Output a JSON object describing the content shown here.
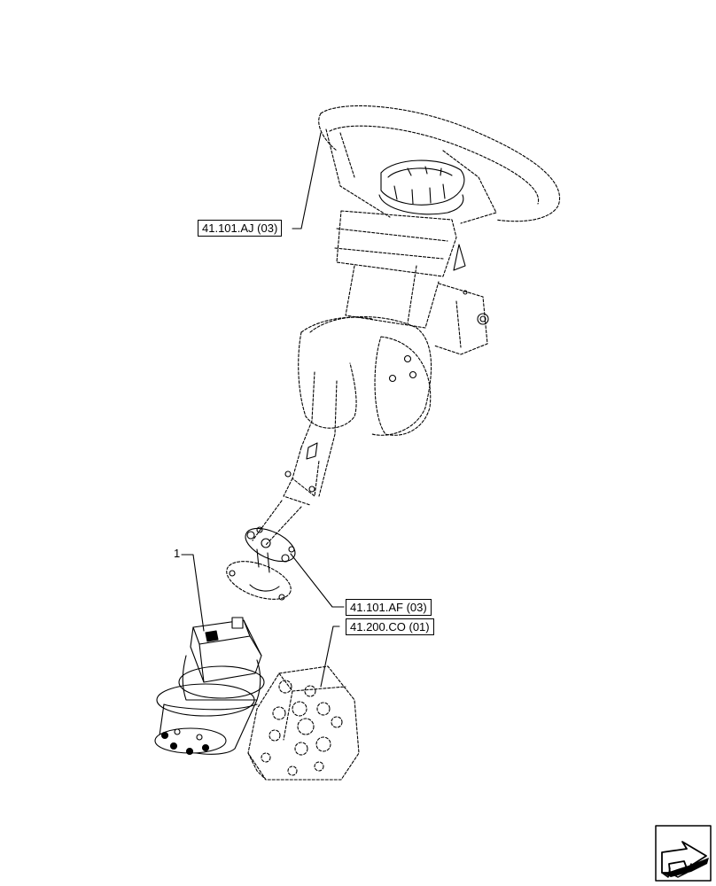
{
  "callouts": [
    {
      "id": "steering-wheel",
      "text": "41.101.AJ (03)"
    },
    {
      "id": "shaft-coupling",
      "text": "41.101.AF (03)"
    },
    {
      "id": "valve-block",
      "text": "41.200.CO (01)"
    }
  ],
  "item_number": "1",
  "icons": {
    "nav": "next-page-arrow-icon"
  }
}
